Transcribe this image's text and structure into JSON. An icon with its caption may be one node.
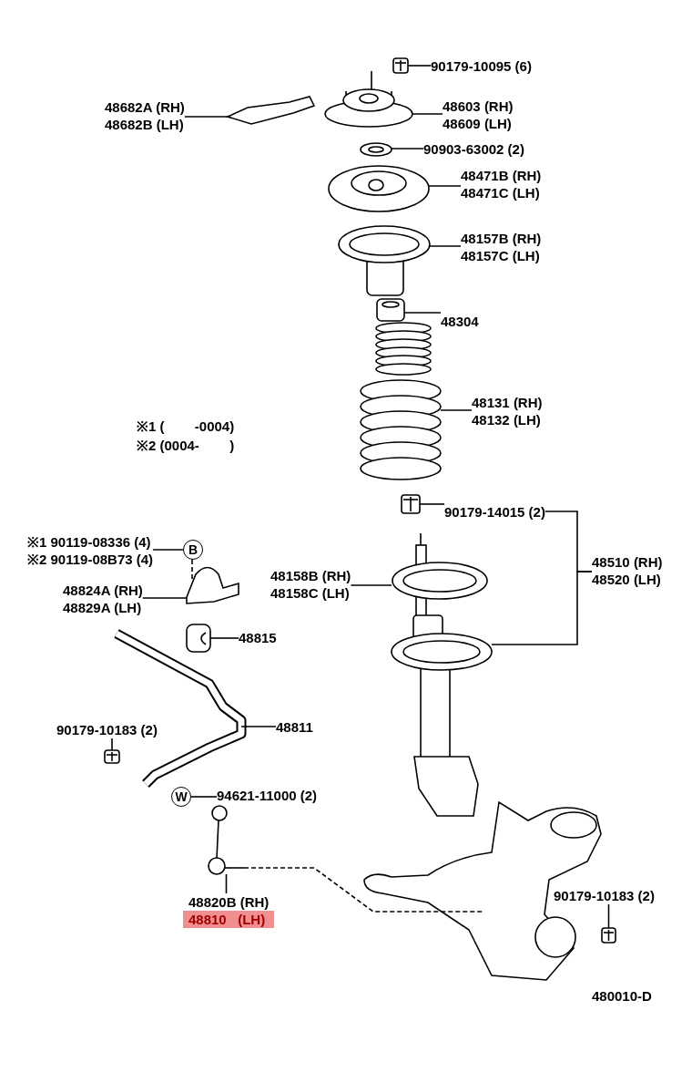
{
  "diagram": {
    "nodes": [
      {
        "text": [
          "90179-10095 (6)"
        ]
      },
      {
        "text": [
          "48682A (RH)",
          "48682B (LH)"
        ]
      },
      {
        "text": [
          "48603 (RH)",
          "48609 (LH)"
        ]
      },
      {
        "text": [
          "90903-63002 (2)"
        ]
      },
      {
        "text": [
          "48471B (RH)",
          "48471C (LH)"
        ]
      },
      {
        "text": [
          "48157B (RH)",
          "48157C (LH)"
        ]
      },
      {
        "text": [
          "48304"
        ]
      },
      {
        "text": [
          "48131 (RH)",
          "48132 (LH)"
        ]
      },
      {
        "text": [
          "90179-14015 (2)"
        ]
      },
      {
        "text": [
          "48510 (RH)",
          "48520 (LH)"
        ]
      },
      {
        "text": [
          "48158B (RH)",
          "48158C (LH)"
        ]
      },
      {
        "text": [
          "※1 90119-08336 (4)",
          "※2 90119-08B73 (4)"
        ]
      },
      {
        "text": [
          "B"
        ]
      },
      {
        "text": [
          "48824A (RH)",
          "48829A (LH)"
        ]
      },
      {
        "text": [
          "48815"
        ]
      },
      {
        "text": [
          "48811"
        ]
      },
      {
        "text": [
          "90179-10183 (2)"
        ]
      },
      {
        "text": [
          "W"
        ]
      },
      {
        "text": [
          "94621-11000 (2)"
        ]
      },
      {
        "text": [
          "48820B (RH)",
          "48810   (LH)"
        ]
      },
      {
        "text": [
          "90179-10183 (2)"
        ]
      },
      {
        "text": [],
        "shape": "picture"
      },
      {
        "text": [],
        "shape": "picture"
      },
      {
        "text": [],
        "shape": "picture"
      },
      {
        "text": [],
        "shape": "picture"
      },
      {
        "text": [],
        "shape": "picture"
      },
      {
        "text": [],
        "shape": "picture"
      },
      {
        "text": [],
        "shape": "picture"
      },
      {
        "text": [],
        "shape": "picture"
      },
      {
        "text": [],
        "shape": "picture"
      },
      {
        "text": [],
        "shape": "picture"
      },
      {
        "text": [],
        "shape": "picture"
      },
      {
        "text": [],
        "shape": "picture"
      },
      {
        "text": [],
        "shape": "picture"
      },
      {
        "text": [],
        "shape": "picture"
      },
      {
        "text": [],
        "shape": "picture"
      },
      {
        "text": [],
        "shape": "picture"
      },
      {
        "text": [],
        "shape": "picture"
      },
      {
        "text": [],
        "shape": "picture"
      }
    ],
    "edges": [
      {
        "from": 0,
        "to": 21,
        "arrow": "none"
      },
      {
        "from": 1,
        "to": 28,
        "arrow": "none"
      },
      {
        "from": 2,
        "to": 29,
        "arrow": "none"
      },
      {
        "from": 3,
        "to": 30,
        "arrow": "none"
      },
      {
        "from": 4,
        "to": 31,
        "arrow": "none"
      },
      {
        "from": 5,
        "to": 32,
        "arrow": "none"
      },
      {
        "from": 6,
        "to": 22,
        "arrow": "none"
      },
      {
        "from": 7,
        "to": 34,
        "arrow": "none"
      },
      {
        "from": 8,
        "to": 23,
        "arrow": "none"
      },
      {
        "from": 9,
        "to": 8,
        "arrow": "none"
      },
      {
        "from": 9,
        "to": 35,
        "arrow": "none"
      },
      {
        "from": 10,
        "to": 35,
        "arrow": "none"
      },
      {
        "from": 11,
        "to": 12,
        "arrow": "none"
      },
      {
        "from": 12,
        "to": 36,
        "arrow": "none",
        "style": "dashed"
      },
      {
        "from": 13,
        "to": 36,
        "arrow": "none"
      },
      {
        "from": 14,
        "to": 24,
        "arrow": "none"
      },
      {
        "from": 15,
        "to": 37,
        "arrow": "none"
      },
      {
        "from": 16,
        "to": 25,
        "arrow": "none"
      },
      {
        "from": 18,
        "to": 17,
        "arrow": "none"
      },
      {
        "from": 19,
        "to": 26,
        "arrow": "none"
      },
      {
        "from": 20,
        "to": 27,
        "arrow": "none"
      },
      {
        "from": 26,
        "to": 38,
        "arrow": "none",
        "style": "dashed"
      }
    ],
    "labels": [
      "※1 (        -0004)",
      "※2 (0004-        )",
      "480010-D"
    ]
  }
}
